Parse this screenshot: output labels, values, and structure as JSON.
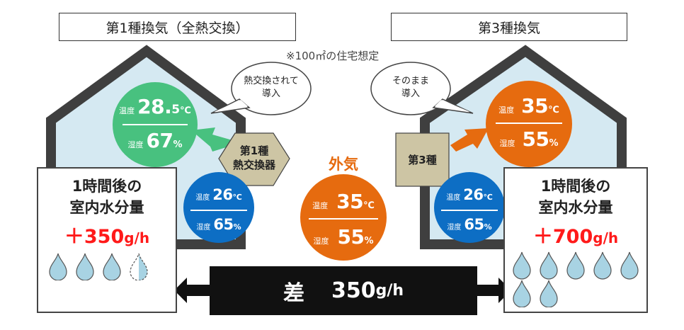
{
  "titles": {
    "left": "第1種換気（全熱交換）",
    "right": "第3種換気"
  },
  "note": "※100㎡の住宅想定",
  "bubbles": {
    "left": [
      "熱交換されて",
      "導入"
    ],
    "right": [
      "そのまま",
      "導入"
    ]
  },
  "left_room": {
    "temp_label": "温度",
    "temp_int": "28.",
    "temp_dec": "5",
    "temp_unit": "℃",
    "hum_label": "湿度",
    "hum_value": "67",
    "hum_unit": "%"
  },
  "right_room": {
    "temp_label": "温度",
    "temp_value": "35",
    "temp_unit": "℃",
    "hum_label": "湿度",
    "hum_value": "55",
    "hum_unit": "%"
  },
  "exhaust_left": {
    "temp_label": "温度",
    "temp_value": "26",
    "temp_unit": "℃",
    "hum_label": "湿度",
    "hum_value": "65",
    "hum_unit": "%"
  },
  "exhaust_right": {
    "temp_label": "温度",
    "temp_value": "26",
    "temp_unit": "℃",
    "hum_label": "湿度",
    "hum_value": "65",
    "hum_unit": "%"
  },
  "outside": {
    "title": "外気",
    "temp_label": "温度",
    "temp_value": "35",
    "temp_unit": "℃",
    "hum_label": "湿度",
    "hum_value": "55",
    "hum_unit": "%"
  },
  "exchanger_left": {
    "line1": "第1種",
    "line2": "熱交換器"
  },
  "exchanger_right": {
    "label": "第3種"
  },
  "panel_left": {
    "line1": "1時間後の",
    "line2": "室内水分量",
    "plus": "＋",
    "amount": "350",
    "unit": "g/h",
    "drops_full": 3,
    "drops_half": 1
  },
  "panel_right": {
    "line1": "1時間後の",
    "line2": "室内水分量",
    "plus": "＋",
    "amount": "700",
    "unit": "g/h",
    "drops_full": 7,
    "drops_half": 0
  },
  "difference": {
    "label": "差",
    "value": "350",
    "unit": "g/h"
  },
  "colors": {
    "green": "#48c17f",
    "orange": "#e66b0f",
    "blue": "#0d6ec4",
    "house_fill": "#d5e9f2",
    "house_stroke": "#3f3f3f",
    "hex_fill": "#cdc5a4",
    "drop_fill": "#a8d3e3"
  }
}
